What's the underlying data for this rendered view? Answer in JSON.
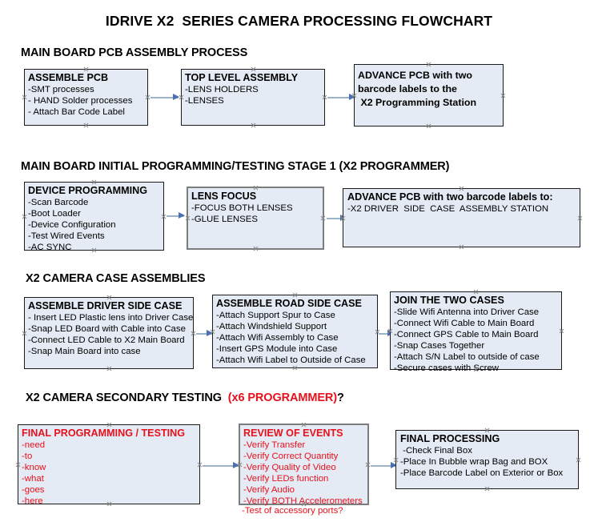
{
  "title": "IDRIVE X2  SERIES CAMERA PROCESSING FLOWCHART",
  "colors": {
    "node_fill": "#e4ebf5",
    "node_border": "#1a1a1a",
    "node_border_gray": "#7c7c7c",
    "accent_red": "#e8101a",
    "connector_line": "#9ab3c9",
    "connector_head": "#4a70b0"
  },
  "sections": [
    {
      "heading": "MAIN BOARD PCB ASSEMBLY PROCESS",
      "heading_accent": "",
      "heading_tail": ""
    },
    {
      "heading": "MAIN BOARD INITIAL PROGRAMMING/TESTING STAGE 1 (X2 PROGRAMMER)",
      "heading_accent": "",
      "heading_tail": ""
    },
    {
      "heading": "X2 CAMERA CASE ASSEMBLIES",
      "heading_accent": "",
      "heading_tail": ""
    },
    {
      "heading": "X2 CAMERA SECONDARY TESTING  ",
      "heading_accent": "(x6 PROGRAMMER)",
      "heading_tail": "?"
    }
  ],
  "nodes": {
    "assemble_pcb": {
      "title": "ASSEMBLE PCB",
      "lines": [
        "-SMT processes",
        "- HAND Solder processes",
        "- Attach Bar Code Label"
      ]
    },
    "top_level_assembly": {
      "title": "TOP LEVEL ASSEMBLY",
      "lines": [
        "-LENS HOLDERS",
        "-LENSES"
      ]
    },
    "advance_pcb_station": {
      "title": "ADVANCE PCB with two",
      "lines": [
        "barcode labels to the",
        " X2 Programming Station"
      ]
    },
    "device_programming": {
      "title": "DEVICE PROGRAMMING",
      "lines": [
        "-Scan Barcode",
        "-Boot Loader",
        "-Device Configuration",
        "-Test Wired Events",
        "-AC SYNC"
      ]
    },
    "lens_focus": {
      "title": "LENS FOCUS",
      "lines": [
        "-FOCUS BOTH LENSES",
        "-GLUE LENSES"
      ]
    },
    "advance_pcb_driver": {
      "title": "ADVANCE PCB with two barcode labels to:",
      "lines": [
        "-X2 DRIVER  SIDE  CASE  ASSEMBLY STATION"
      ]
    },
    "assemble_driver_side_case": {
      "title": "ASSEMBLE DRIVER SIDE CASE",
      "lines": [
        "- Insert LED Plastic lens into Driver Case",
        "-Snap LED Board with Cable into Case",
        "-Connect LED Cable to X2 Main Board",
        "-Snap Main Board into case"
      ]
    },
    "assemble_road_side_case": {
      "title": "ASSEMBLE ROAD SIDE CASE",
      "lines": [
        "-Attach Support Spur to Case",
        "-Attach Windshield Support",
        "-Attach Wifi Assembly to Case",
        "-Insert GPS Module into Case",
        "-Attach Wifi Label to Outside of Case"
      ]
    },
    "join_the_two_cases": {
      "title": "JOIN THE TWO CASES",
      "lines": [
        "-Slide Wifi Antenna into Driver Case",
        "-Connect Wifi Cable to Main Board",
        "-Connect GPS Cable to Main Board",
        "-Snap Cases Together",
        "-Attach S/N Label to outside of case",
        "-Secure cases with Screw"
      ]
    },
    "final_programming_testing": {
      "title": "FINAL PROGRAMMING / TESTING",
      "lines": [
        "-need",
        "-to",
        "-know",
        "-what",
        "-goes",
        "-here"
      ]
    },
    "review_of_events": {
      "title": "REVIEW OF EVENTS",
      "lines": [
        "-Verify Transfer",
        "-Verify Correct Quantity",
        "-Verify Quality of Video",
        "-Verify LEDs function",
        "-Verify Audio",
        "-Verify BOTH Accelerometers"
      ],
      "overflow_line": "-Test of accessory ports?"
    },
    "final_processing": {
      "title": "FINAL PROCESSING",
      "lines": [
        " -Check Final Box",
        "-Place In Bubble wrap Bag and BOX",
        "-Place Barcode Label on Exterior or Box"
      ]
    }
  }
}
